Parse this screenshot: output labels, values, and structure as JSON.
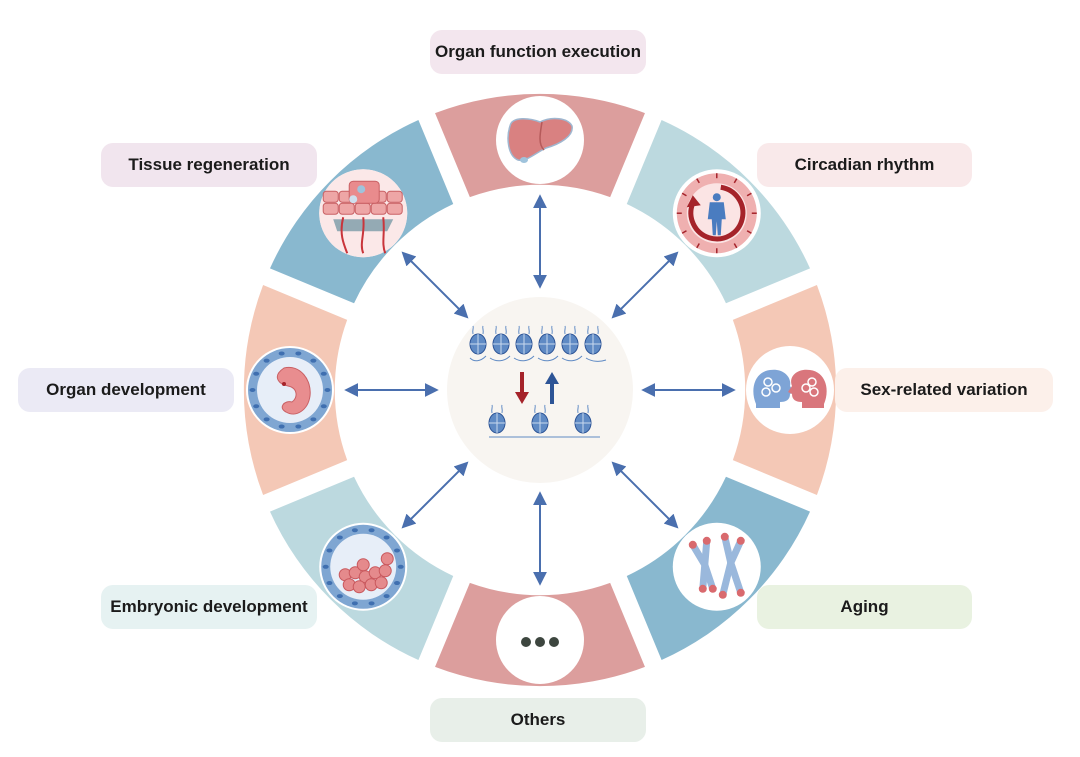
{
  "title": "Chromatin state regulation in physiological processes",
  "center": {
    "icon": "chromatin-compaction-icon",
    "description": "Nucleosome arrays switching between condensed and relaxed states",
    "arrow_down_color": "#a5232a",
    "arrow_up_color": "#2d5496",
    "background": "#f8f5f1"
  },
  "colors": {
    "connector_arrow": "#4a6fae",
    "pink_segment": "#dc9e9d",
    "dark_blue_segment": "#89b8cf",
    "light_blue_segment": "#bcd9df",
    "salmon_segment": "#f4c8b6"
  },
  "segments": [
    {
      "id": "organ-function-execution",
      "label": "Organ function execution",
      "icon": "liver-icon",
      "segment_color": "#dc9e9d",
      "label_bg": "#f3e6ee"
    },
    {
      "id": "circadian-rhythm",
      "label": "Circadian rhythm",
      "icon": "circadian-clock-icon",
      "segment_color": "#bcd9df",
      "label_bg": "#f9e9ea"
    },
    {
      "id": "sex-related-variation",
      "label": "Sex-related variation",
      "icon": "male-female-heads-icon",
      "segment_color": "#f4c8b6",
      "label_bg": "#fcf0ea"
    },
    {
      "id": "aging",
      "label": "Aging",
      "icon": "chromosome-icon",
      "segment_color": "#89b8cf",
      "label_bg": "#e9f2e1"
    },
    {
      "id": "others",
      "label": "Others",
      "icon": "ellipsis-icon",
      "segment_color": "#dc9e9d",
      "label_bg": "#e8efe9"
    },
    {
      "id": "embryonic-development",
      "label": "Embryonic development",
      "icon": "blastocyst-icon",
      "segment_color": "#bcd9df",
      "label_bg": "#e6f2f2"
    },
    {
      "id": "organ-development",
      "label": "Organ development",
      "icon": "embryo-icon",
      "segment_color": "#f4c8b6",
      "label_bg": "#ebeaf5"
    },
    {
      "id": "tissue-regeneration",
      "label": "Tissue regeneration",
      "icon": "tissue-cells-icon",
      "segment_color": "#89b8cf",
      "label_bg": "#f1e5ee"
    }
  ]
}
